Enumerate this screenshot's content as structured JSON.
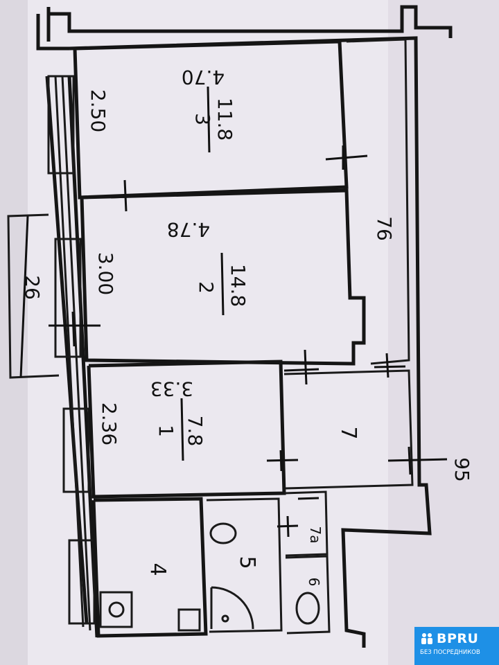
{
  "rooms": [
    {
      "number": "3",
      "area": "11.8",
      "width": "2.50",
      "length": "4.70"
    },
    {
      "number": "2",
      "area": "14.8",
      "width": "3.00",
      "length": "4.78"
    },
    {
      "number": "1",
      "area": "7.8",
      "width": "2.36",
      "length": "3.33"
    },
    {
      "number": "7"
    },
    {
      "number": "4"
    },
    {
      "number": "5"
    },
    {
      "number": "7a"
    },
    {
      "number": "6"
    }
  ],
  "dimensions": {
    "balcony": "26",
    "corridor": "76",
    "wall": "95"
  },
  "watermark": {
    "brand": "BPRU",
    "tagline": "БЕЗ ПОСРЕДНИКОВ",
    "color": "#1e90e6"
  }
}
